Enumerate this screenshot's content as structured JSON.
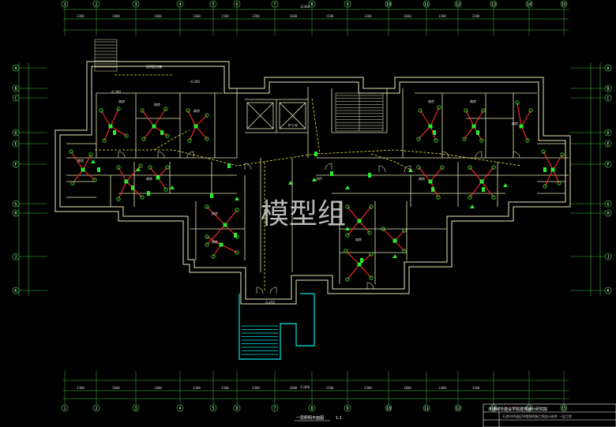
{
  "drawing": {
    "watermark": "模型组",
    "title": "一层照明平面图",
    "scale": "1:1",
    "title_block": {
      "org": "天津城市建设学院建筑设计研究院",
      "project_line": "天津市XX园区XX楼照明施工图设计说明 一层工程"
    },
    "total_dimension_top": "32400",
    "total_dimension_bottom": "32400"
  },
  "colors": {
    "background": "#000000",
    "wall": "#e6e6b8",
    "axis": "#3fbf3f",
    "lighting_circuit": "#ff2a2a",
    "device": "#2ee82e",
    "conduit": "#e8e83a",
    "stair": "#00e5e5"
  },
  "axes": {
    "top": [
      "1",
      "2",
      "3",
      "4",
      "5",
      "6",
      "7",
      "8",
      "9",
      "10",
      "11",
      "12",
      "13",
      "14",
      "15"
    ],
    "left": [
      "A",
      "B",
      "C",
      "D",
      "E",
      "F",
      "G",
      "H",
      "J",
      "K"
    ]
  },
  "dimensions": {
    "top": [
      "3300",
      "3600",
      "3600",
      "3300",
      "1500",
      "3300",
      "3600",
      "1500",
      "3300",
      "3600",
      "3300",
      "3300"
    ],
    "bottom": [
      "3300",
      "3600",
      "3600",
      "3300",
      "1500",
      "3300",
      "3600",
      "1500",
      "3300",
      "3600",
      "3300",
      "3300"
    ]
  },
  "rooms": {
    "r1": "病房",
    "r2": "病房",
    "r3": "病房",
    "r4": "病房",
    "r5": "病房",
    "r6": "病房",
    "r7": "病房",
    "r8": "病房",
    "r9": "病房",
    "r10": "病房",
    "r11": "病房",
    "r12": "病房",
    "r13": "治疗",
    "r14": "配电间",
    "r15": "电梯",
    "r16": "护士站"
  },
  "annotations": {
    "elev1": "-0.300",
    "elev2": "-0.300",
    "elev3": "-0.450",
    "panel": "照明配电箱"
  }
}
